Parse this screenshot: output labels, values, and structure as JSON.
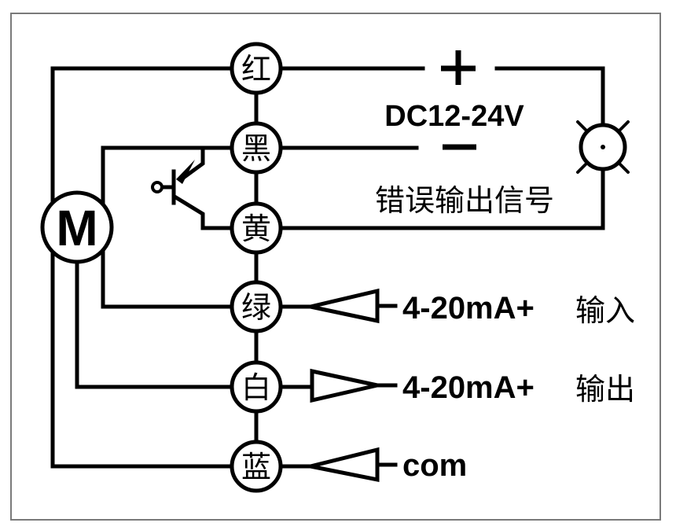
{
  "diagram": {
    "title": "Actuator wiring diagram",
    "motor_label": "M",
    "terminals": [
      {
        "id": "red",
        "label": "红"
      },
      {
        "id": "black",
        "label": "黑"
      },
      {
        "id": "yellow",
        "label": "黄"
      },
      {
        "id": "green",
        "label": "绿"
      },
      {
        "id": "white",
        "label": "白"
      },
      {
        "id": "blue",
        "label": "蓝"
      }
    ],
    "power": {
      "plus": "+",
      "minus": "−",
      "voltage": "DC12-24V"
    },
    "error_signal": "错误输出信号",
    "signals": [
      {
        "value": "4-20mA+",
        "direction": "输入"
      },
      {
        "value": "4-20mA+",
        "direction": "输出"
      },
      {
        "value": "com",
        "direction": ""
      }
    ],
    "colors": {
      "line": "#000000",
      "frame": "#7a7a7a",
      "background": "#ffffff"
    }
  }
}
